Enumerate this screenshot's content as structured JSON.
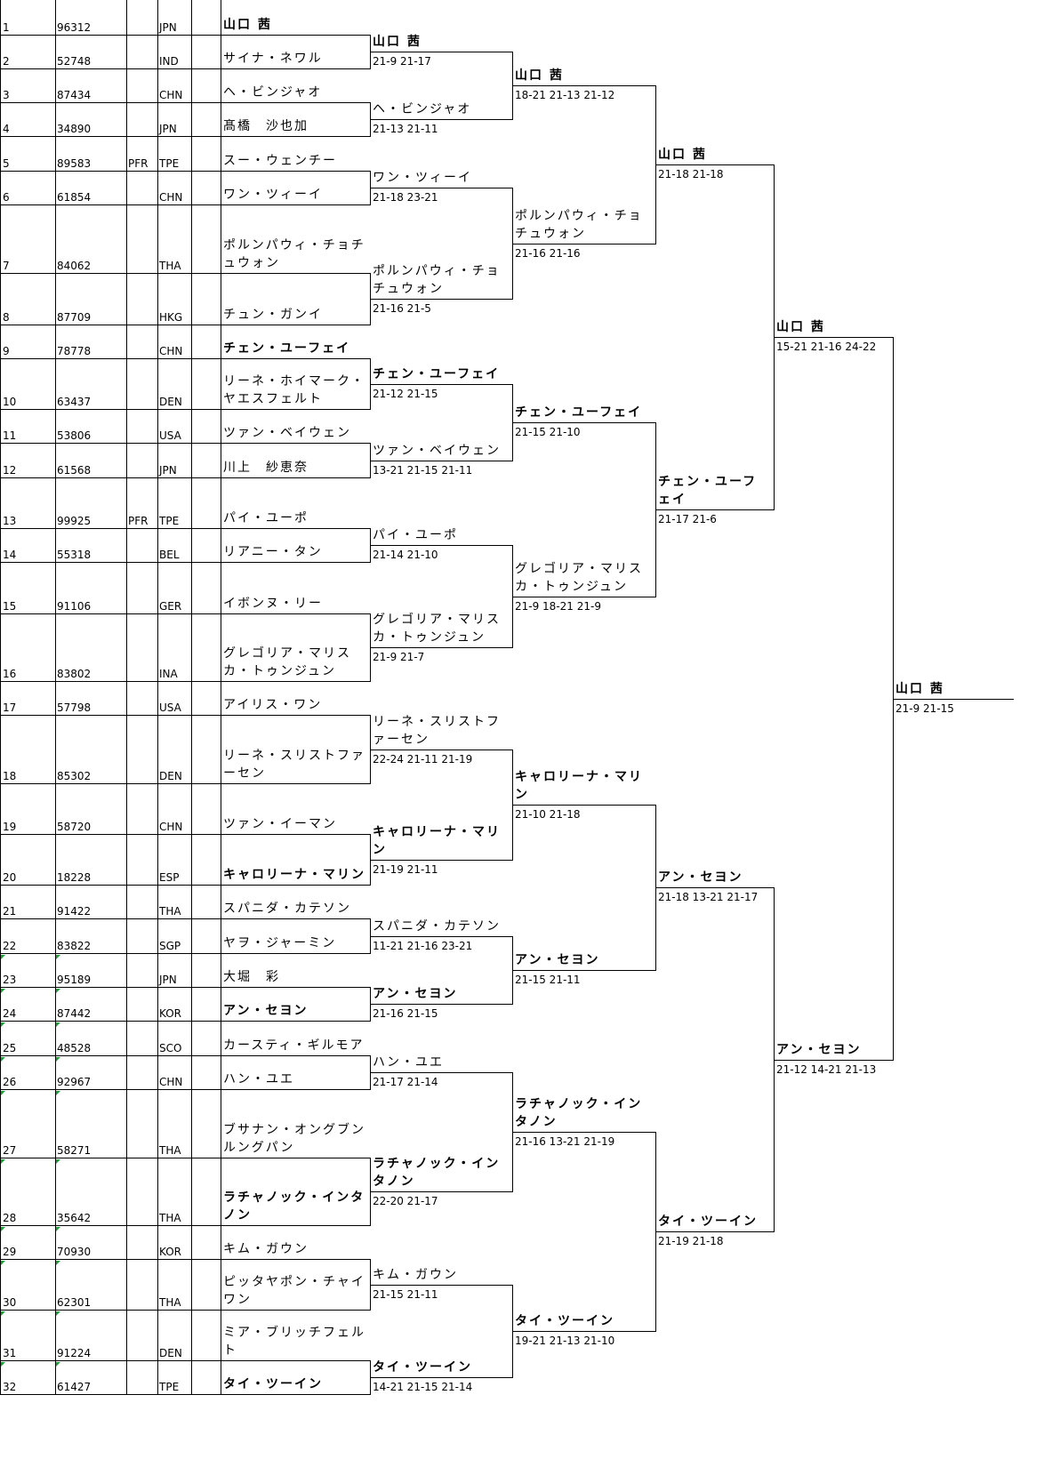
{
  "entries": [
    {
      "seed": "1",
      "id": "96312",
      "note": "",
      "nation": "JPN",
      "name": "山口 茜",
      "bold": true
    },
    {
      "seed": "2",
      "id": "52748",
      "note": "",
      "nation": "IND",
      "name": "サイナ・ネワル",
      "bold": false
    },
    {
      "seed": "3",
      "id": "87434",
      "note": "",
      "nation": "CHN",
      "name": "ヘ・ビンジャオ",
      "bold": false
    },
    {
      "seed": "4",
      "id": "34890",
      "note": "",
      "nation": "JPN",
      "name": "髙橋　沙也加",
      "bold": false
    },
    {
      "seed": "5",
      "id": "89583",
      "note": "PFR",
      "nation": "TPE",
      "name": "スー・ウェンチー",
      "bold": false
    },
    {
      "seed": "6",
      "id": "61854",
      "note": "",
      "nation": "CHN",
      "name": "ワン・ツィーイ",
      "bold": false
    },
    {
      "seed": "7",
      "id": "84062",
      "note": "",
      "nation": "THA",
      "name": "ポルンパウィ・チョチュウォン",
      "bold": false
    },
    {
      "seed": "8",
      "id": "87709",
      "note": "",
      "nation": "HKG",
      "name": "チュン・ガンイ",
      "bold": false
    },
    {
      "seed": "9",
      "id": "78778",
      "note": "",
      "nation": "CHN",
      "name": "チェン・ユーフェイ",
      "bold": true
    },
    {
      "seed": "10",
      "id": "63437",
      "note": "",
      "nation": "DEN",
      "name": "リーネ・ホイマーク・ヤエスフェルト",
      "bold": false
    },
    {
      "seed": "11",
      "id": "53806",
      "note": "",
      "nation": "USA",
      "name": "ツァン・ベイウェン",
      "bold": false
    },
    {
      "seed": "12",
      "id": "61568",
      "note": "",
      "nation": "JPN",
      "name": "川上　紗恵奈",
      "bold": false
    },
    {
      "seed": "13",
      "id": "99925",
      "note": "PFR",
      "nation": "TPE",
      "name": "パイ・ユーポ",
      "bold": false
    },
    {
      "seed": "14",
      "id": "55318",
      "note": "",
      "nation": "BEL",
      "name": "リアニー・タン",
      "bold": false
    },
    {
      "seed": "15",
      "id": "91106",
      "note": "",
      "nation": "GER",
      "name": "イボンヌ・リー",
      "bold": false
    },
    {
      "seed": "16",
      "id": "83802",
      "note": "",
      "nation": "INA",
      "name": "グレゴリア・マリスカ・トゥンジュン",
      "bold": false
    },
    {
      "seed": "17",
      "id": "57798",
      "note": "",
      "nation": "USA",
      "name": "アイリス・ワン",
      "bold": false
    },
    {
      "seed": "18",
      "id": "85302",
      "note": "",
      "nation": "DEN",
      "name": "リーネ・スリストファーセン",
      "bold": false
    },
    {
      "seed": "19",
      "id": "58720",
      "note": "",
      "nation": "CHN",
      "name": "ツァン・イーマン",
      "bold": false
    },
    {
      "seed": "20",
      "id": "18228",
      "note": "",
      "nation": "ESP",
      "name": "キャロリーナ・マリン",
      "bold": true
    },
    {
      "seed": "21",
      "id": "91422",
      "note": "",
      "nation": "THA",
      "name": "スパニダ・カテソン",
      "bold": false
    },
    {
      "seed": "22",
      "id": "83822",
      "note": "",
      "nation": "SGP",
      "name": "ヤヲ・ジャーミン",
      "bold": false
    },
    {
      "seed": "23",
      "id": "95189",
      "note": "",
      "nation": "JPN",
      "name": "大堀　彩",
      "bold": false
    },
    {
      "seed": "24",
      "id": "87442",
      "note": "",
      "nation": "KOR",
      "name": "アン・セヨン",
      "bold": true
    },
    {
      "seed": "25",
      "id": "48528",
      "note": "",
      "nation": "SCO",
      "name": "カースティ・ギルモア",
      "bold": false
    },
    {
      "seed": "26",
      "id": "92967",
      "note": "",
      "nation": "CHN",
      "name": "ハン・ユエ",
      "bold": false
    },
    {
      "seed": "27",
      "id": "58271",
      "note": "",
      "nation": "THA",
      "name": "ブサナン・オングブンルングパン",
      "bold": false
    },
    {
      "seed": "28",
      "id": "35642",
      "note": "",
      "nation": "THA",
      "name": "ラチャノック・インタノン",
      "bold": true
    },
    {
      "seed": "29",
      "id": "70930",
      "note": "",
      "nation": "KOR",
      "name": "キム・ガウン",
      "bold": false
    },
    {
      "seed": "30",
      "id": "62301",
      "note": "",
      "nation": "THA",
      "name": "ピッタヤポン・チャイワン",
      "bold": false
    },
    {
      "seed": "31",
      "id": "91224",
      "note": "",
      "nation": "DEN",
      "name": "ミア・ブリッチフェルト",
      "bold": false
    },
    {
      "seed": "32",
      "id": "61427",
      "note": "",
      "nation": "TPE",
      "name": "タイ・ツーイン",
      "bold": true
    }
  ],
  "rounds": [
    [
      {
        "winner": "山口 茜",
        "score": "21-9 21-17",
        "bold": true
      },
      {
        "winner": "ヘ・ビンジャオ",
        "score": "21-13 21-11",
        "bold": false
      },
      {
        "winner": "ワン・ツィーイ",
        "score": "21-18 23-21",
        "bold": false
      },
      {
        "winner": "ポルンパウィ・チョチュウォン",
        "score": "21-16 21-5",
        "bold": false
      },
      {
        "winner": "チェン・ユーフェイ",
        "score": "21-12 21-15",
        "bold": true
      },
      {
        "winner": "ツァン・ベイウェン",
        "score": "13-21 21-15 21-11",
        "bold": false
      },
      {
        "winner": "パイ・ユーポ",
        "score": "21-14 21-10",
        "bold": false
      },
      {
        "winner": "グレゴリア・マリスカ・トゥンジュン",
        "score": "21-9 21-7",
        "bold": false
      },
      {
        "winner": "リーネ・スリストファーセン",
        "score": "22-24 21-11 21-19",
        "bold": false
      },
      {
        "winner": "キャロリーナ・マリン",
        "score": "21-19 21-11",
        "bold": true
      },
      {
        "winner": "スパニダ・カテソン",
        "score": "11-21 21-16 23-21",
        "bold": false
      },
      {
        "winner": "アン・セヨン",
        "score": "21-16 21-15",
        "bold": true
      },
      {
        "winner": "ハン・ユエ",
        "score": "21-17 21-14",
        "bold": false
      },
      {
        "winner": "ラチャノック・インタノン",
        "score": "22-20 21-17",
        "bold": true
      },
      {
        "winner": "キム・ガウン",
        "score": "21-15 21-11",
        "bold": false
      },
      {
        "winner": "タイ・ツーイン",
        "score": "14-21 21-15 21-14",
        "bold": true
      }
    ],
    [
      {
        "winner": "山口 茜",
        "score": "18-21 21-13 21-12",
        "bold": true
      },
      {
        "winner": "ポルンパウィ・チョチュウォン",
        "score": "21-16 21-16",
        "bold": false
      },
      {
        "winner": "チェン・ユーフェイ",
        "score": "21-15 21-10",
        "bold": true
      },
      {
        "winner": "グレゴリア・マリスカ・トゥンジュン",
        "score": "21-9 18-21 21-9",
        "bold": false
      },
      {
        "winner": "キャロリーナ・マリン",
        "score": "21-10 21-18",
        "bold": true
      },
      {
        "winner": "アン・セヨン",
        "score": "21-15 21-11",
        "bold": true
      },
      {
        "winner": "ラチャノック・インタノン",
        "score": "21-16 13-21 21-19",
        "bold": true
      },
      {
        "winner": "タイ・ツーイン",
        "score": "19-21 21-13 21-10",
        "bold": true
      }
    ],
    [
      {
        "winner": "山口 茜",
        "score": "21-18 21-18",
        "bold": true
      },
      {
        "winner": "チェン・ユーフェイ",
        "score": "21-17 21-6",
        "bold": true
      },
      {
        "winner": "アン・セヨン",
        "score": "21-18 13-21 21-17",
        "bold": true
      },
      {
        "winner": "タイ・ツーイン",
        "score": "21-19 21-18",
        "bold": true
      }
    ],
    [
      {
        "winner": "山口 茜",
        "score": "15-21 21-16 24-22",
        "bold": true
      },
      {
        "winner": "アン・セヨン",
        "score": "21-12 14-21 21-13",
        "bold": true
      }
    ],
    [
      {
        "winner": "山口 茜",
        "score": "21-9 21-15",
        "bold": true
      }
    ]
  ],
  "colors": {
    "line": "#000000",
    "marker": "#1f9d3a"
  }
}
